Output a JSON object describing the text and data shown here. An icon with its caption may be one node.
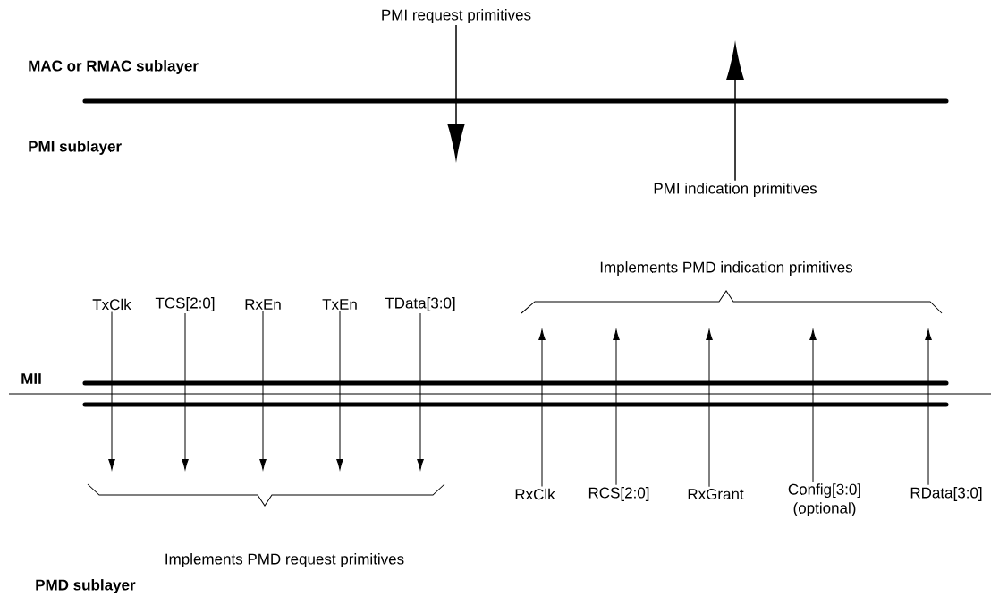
{
  "diagram": {
    "nodes": [
      {
        "text": [
          "PMI request primitives"
        ]
      },
      {
        "text": [
          "PMI indication primitives"
        ]
      },
      {
        "text": [
          "TxClk"
        ]
      },
      {
        "text": [
          "TCS[2:0]"
        ]
      },
      {
        "text": [
          "RxEn"
        ]
      },
      {
        "text": [
          "TxEn"
        ]
      },
      {
        "text": [
          "TData[3:0]"
        ]
      },
      {
        "text": [
          "RxClk"
        ]
      },
      {
        "text": [
          "RCS[2:0]"
        ]
      },
      {
        "text": [
          "RxGrant"
        ]
      },
      {
        "text": [
          "Config[3:0] (optional)"
        ]
      },
      {
        "text": [
          "RData[3:0]"
        ]
      }
    ],
    "edges": [
      {
        "from": 0,
        "to": null,
        "arrow": "to"
      },
      {
        "from": 1,
        "to": null,
        "arrow": "to"
      },
      {
        "from": 2,
        "to": null,
        "arrow": "to"
      },
      {
        "from": 3,
        "to": null,
        "arrow": "to"
      },
      {
        "from": 4,
        "to": null,
        "arrow": "to"
      },
      {
        "from": 5,
        "to": null,
        "arrow": "to"
      },
      {
        "from": 6,
        "to": null,
        "arrow": "to"
      },
      {
        "from": 7,
        "to": null,
        "arrow": "to"
      },
      {
        "from": 8,
        "to": null,
        "arrow": "to"
      },
      {
        "from": 9,
        "to": null,
        "arrow": "to"
      },
      {
        "from": 10,
        "to": null,
        "arrow": "to"
      },
      {
        "from": 11,
        "to": null,
        "arrow": "to"
      }
    ],
    "labels": [
      "MAC or RMAC sublayer",
      "PMI sublayer",
      "Implements PMD indication primitives",
      "MII",
      "Implements PMD request primitives",
      "PMD sublayer"
    ]
  }
}
